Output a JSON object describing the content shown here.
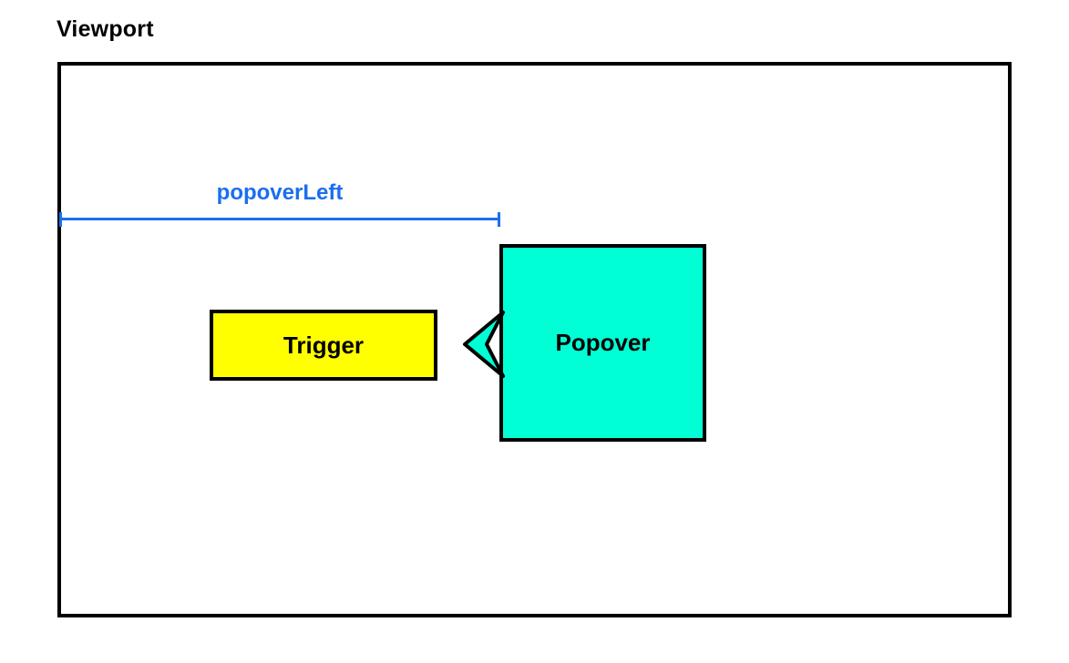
{
  "diagram": {
    "viewport": {
      "label": "Viewport"
    },
    "measurement": {
      "label": "popoverLeft"
    },
    "trigger": {
      "label": "Trigger"
    },
    "popover": {
      "label": "Popover"
    },
    "colors": {
      "accent_blue": "#1a6ff0",
      "trigger_fill": "#ffff00",
      "popover_fill": "#00ffd5",
      "border": "#000000"
    }
  }
}
